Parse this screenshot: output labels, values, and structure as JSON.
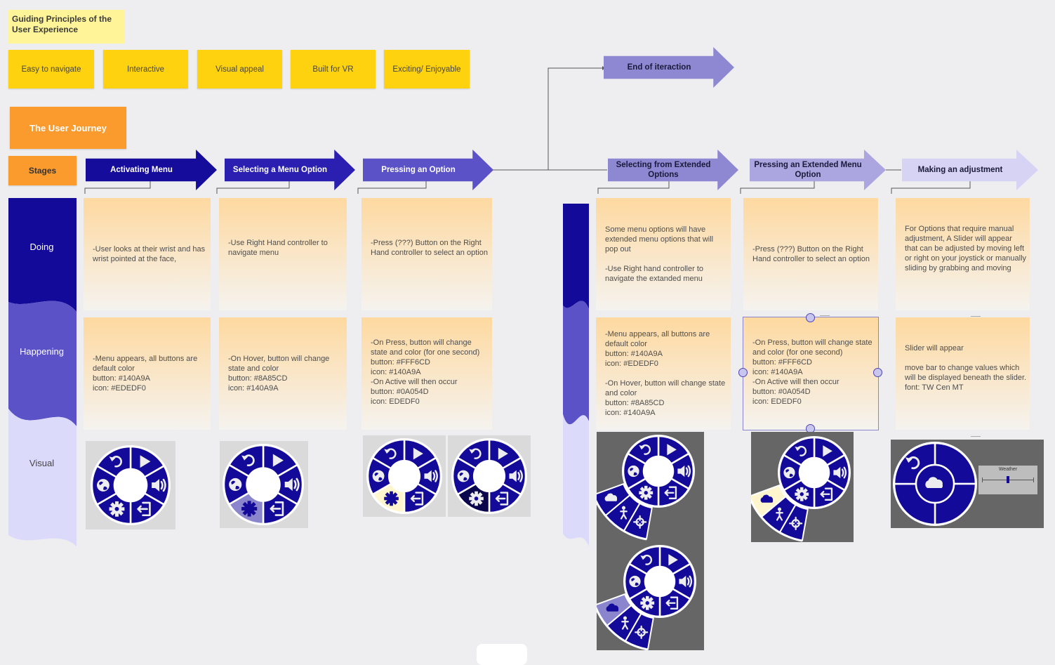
{
  "principles": {
    "title": "Guiding Principles of the User Experience",
    "items": [
      "Easy to navigate",
      "Interactive",
      "Visual appeal",
      "Built for VR",
      "Exciting/ Enjoyable"
    ]
  },
  "journey": {
    "title": "The User Journey",
    "stages_label": "Stages",
    "stages": [
      "Activating Menu",
      "Selecting a Menu Option",
      "Pressing an Option",
      "End of iteraction",
      "Selecting from Extended Options",
      "Pressing an Extended Menu Option",
      "Making an adjustment"
    ]
  },
  "rows": {
    "doing": "Doing",
    "happening": "Happening",
    "visual": "Visual"
  },
  "doing": [
    "-User looks at their wrist and has wrist pointed at the face,",
    "-Use Right Hand controller to navigate menu",
    "-Press (???) Button on the Right Hand controller to select an option",
    "Some menu options will have extended menu options that will pop out\n\n-Use Right hand controller to navigate the extanded menu",
    "-Press (???) Button on the Right Hand controller to select an option",
    "For Options that require manual adjustment, A Slider will appear that can be adjusted by moving left or right on your joystick or manually sliding by grabbing and moving"
  ],
  "happening": [
    "-Menu appears, all buttons are default color\nbutton: #140A9A\nicon: #EDEDF0",
    "-On Hover, button will change state and color\nbutton: #8A85CD\nicon: #140A9A",
    "-On Press, button will change state and color (for one second)\nbutton: #FFF6CD\nicon: #140A9A\n-On Active will then occur\nbutton: #0A054D\nicon: EDEDF0",
    "-Menu appears, all buttons are default color\nbutton: #140A9A\nicon: #EDEDF0\n\n-On Hover, button will change state and color\nbutton: #8A85CD\nicon: #140A9A",
    "-On Press, button will change state and color (for one second)\nbutton: #FFF6CD\nicon: #140A9A\n-On Active will then occur\nbutton: #0A054D\nicon: EDEDF0",
    "Slider will appear\n\nmove bar to change values which will be displayed beneath the slider.\nfont: TW Cen MT"
  ],
  "slider": {
    "label": "Weather"
  },
  "colors": {
    "button_default": "#140A9A",
    "button_hover": "#8A85CD",
    "button_press": "#FFF6CD",
    "button_active": "#0A054D",
    "icon": "#EDEDF0",
    "sticky_yellow": "#ffd20f",
    "orange": "#fb9a2d"
  },
  "icons": [
    "back-arrow-icon",
    "play-icon",
    "globe-icon",
    "speaker-icon",
    "gear-icon",
    "exit-icon",
    "cloud-icon",
    "person-icon",
    "crosshair-icon"
  ]
}
